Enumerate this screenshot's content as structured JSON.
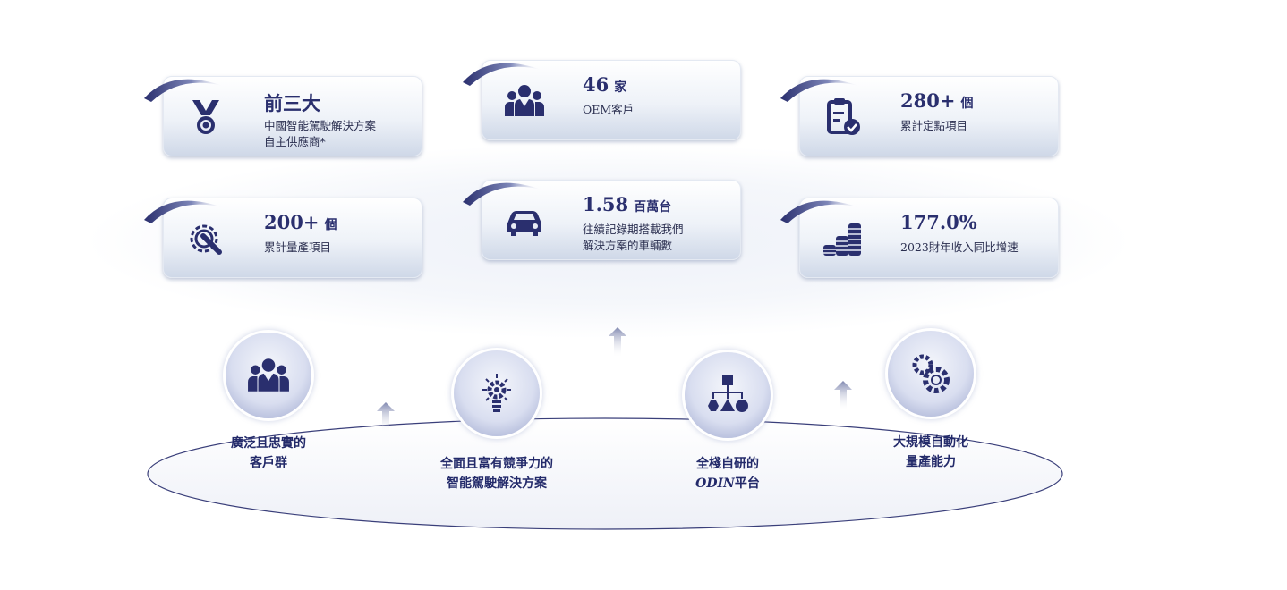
{
  "colors": {
    "navy": "#2a2f6e",
    "card_bottom": "#cfd8e8"
  },
  "cards": [
    {
      "icon": "medal-icon",
      "value": "前三大",
      "unit": "",
      "desc": [
        "中國智能駕駛解決方案",
        "自主供應商*"
      ]
    },
    {
      "icon": "people-icon",
      "value": "46",
      "unit": "家",
      "desc": [
        "OEM客戶"
      ]
    },
    {
      "icon": "clipboard-check-icon",
      "value": "280+",
      "unit": "個",
      "desc": [
        "累計定點項目"
      ]
    },
    {
      "icon": "gear-wrench-icon",
      "value": "200+",
      "unit": "個",
      "desc": [
        "累計量產項目"
      ]
    },
    {
      "icon": "car-icon",
      "value": "1.58",
      "unit": "百萬台",
      "desc": [
        "往績記錄期搭載我們",
        "解決方案的車輛數"
      ]
    },
    {
      "icon": "coins-icon",
      "value": "177.0%",
      "unit": "",
      "desc": [
        "2023財年收入同比增速"
      ]
    }
  ],
  "pillars": [
    {
      "icon": "people-icon",
      "line1": "廣泛且忠實的",
      "line2": "客戶群"
    },
    {
      "icon": "lightbulb-gear-icon",
      "line1": "全面且富有競爭力的",
      "line2": "智能駕駛解決方案"
    },
    {
      "icon": "hierarchy-icon",
      "line1": "全棧自研的",
      "line2_italic": "ODIN",
      "line2": "平台"
    },
    {
      "icon": "gears-icon",
      "line1": "大規模自動化",
      "line2": "量產能力"
    }
  ]
}
